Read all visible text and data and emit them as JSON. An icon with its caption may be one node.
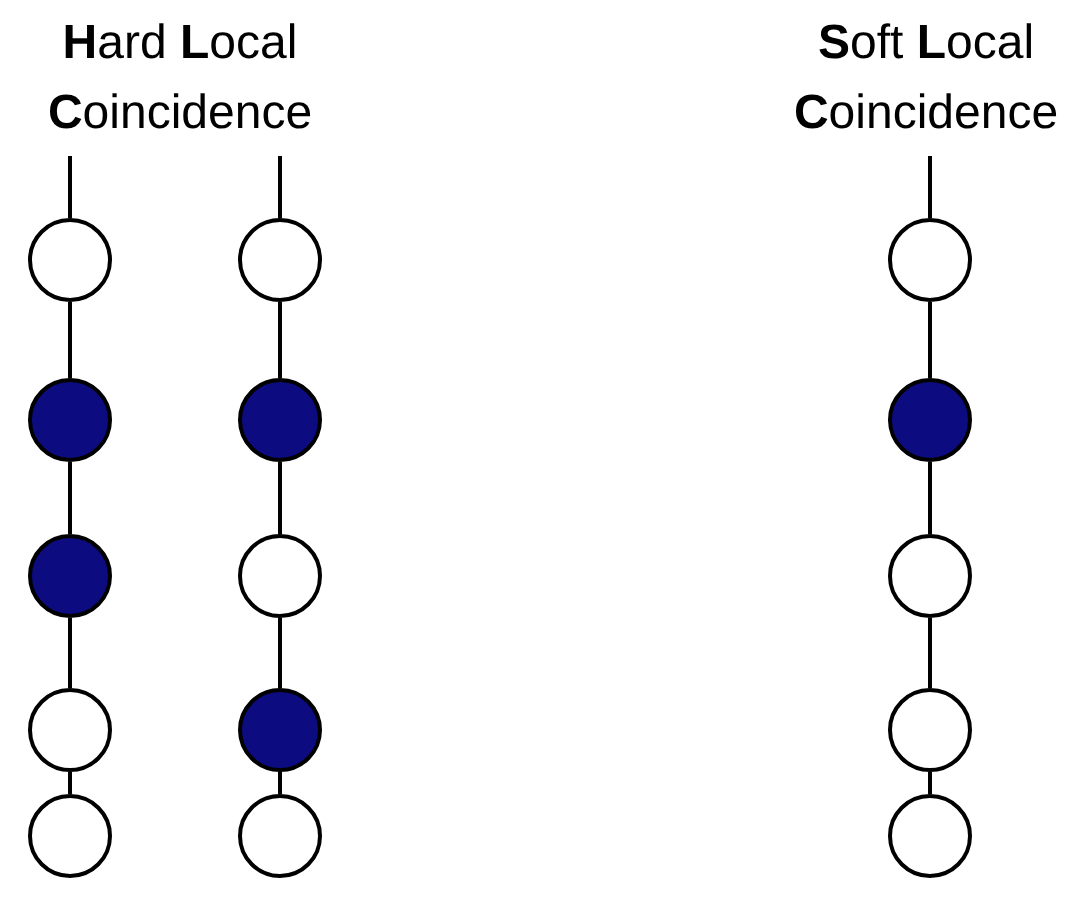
{
  "diagram": {
    "nodes": [
      {
        "text": [],
        "shape": "circle"
      },
      {
        "text": [],
        "shape": "dot"
      },
      {
        "text": [],
        "shape": "dot"
      },
      {
        "text": [],
        "shape": "circle"
      },
      {
        "text": [],
        "shape": "circle"
      },
      {
        "text": [],
        "shape": "circle"
      },
      {
        "text": [],
        "shape": "dot"
      },
      {
        "text": [],
        "shape": "circle"
      },
      {
        "text": [],
        "shape": "dot"
      },
      {
        "text": [],
        "shape": "circle"
      },
      {
        "text": [],
        "shape": "circle"
      },
      {
        "text": [],
        "shape": "dot"
      },
      {
        "text": [],
        "shape": "circle"
      },
      {
        "text": [],
        "shape": "circle"
      },
      {
        "text": [],
        "shape": "circle"
      }
    ],
    "edges": [
      {
        "from": null,
        "to": 0,
        "arrow": "none"
      },
      {
        "from": 0,
        "to": 1,
        "arrow": "none"
      },
      {
        "from": 1,
        "to": 2,
        "arrow": "none"
      },
      {
        "from": 2,
        "to": 3,
        "arrow": "none"
      },
      {
        "from": 3,
        "to": 4,
        "arrow": "none"
      },
      {
        "from": null,
        "to": 5,
        "arrow": "none"
      },
      {
        "from": 5,
        "to": 6,
        "arrow": "none"
      },
      {
        "from": 6,
        "to": 7,
        "arrow": "none"
      },
      {
        "from": 7,
        "to": 8,
        "arrow": "none"
      },
      {
        "from": 8,
        "to": 9,
        "arrow": "none"
      },
      {
        "from": null,
        "to": 10,
        "arrow": "none"
      },
      {
        "from": 10,
        "to": 11,
        "arrow": "none"
      },
      {
        "from": 11,
        "to": 12,
        "arrow": "none"
      },
      {
        "from": 12,
        "to": 13,
        "arrow": "none"
      },
      {
        "from": 13,
        "to": 14,
        "arrow": "none"
      }
    ],
    "labels": [
      "**H**ard **L**ocal **C**oincidence",
      "**S**oft **L**ocal **C**oincidence"
    ]
  }
}
